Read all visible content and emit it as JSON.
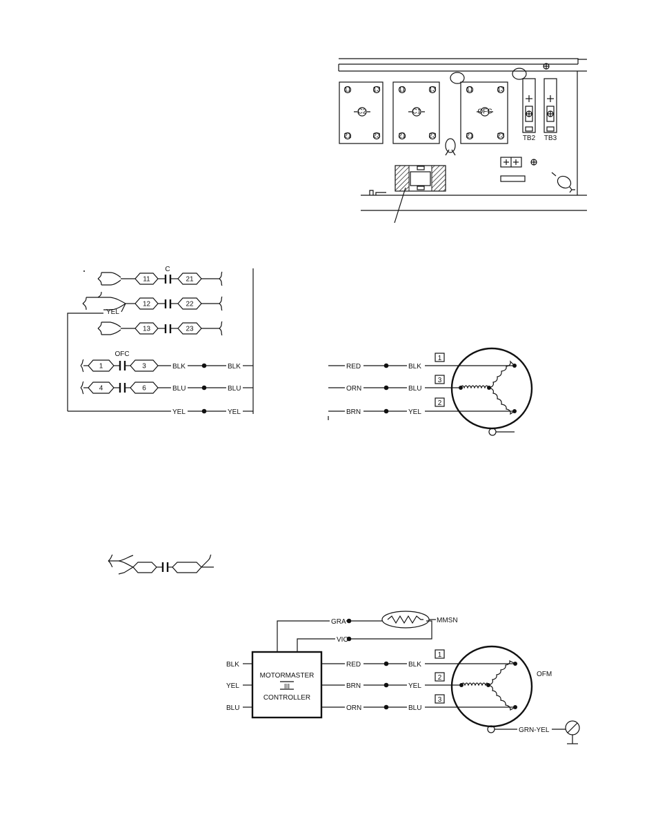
{
  "panel": {
    "contactors": [
      {
        "label": "C2",
        "terminals": [
          "11",
          "13",
          "21",
          "23"
        ]
      },
      {
        "label": "C1",
        "terminals": [
          "11",
          "13",
          "21",
          "23"
        ]
      },
      {
        "label": "OFC",
        "terminals": [
          "11",
          "13",
          "21",
          "23"
        ]
      }
    ],
    "terminal_blocks": [
      "TB2",
      "TB3"
    ]
  },
  "contactor_c": {
    "label": "C",
    "pairs": [
      [
        "11",
        "21"
      ],
      [
        "12",
        "22"
      ],
      [
        "13",
        "23"
      ]
    ]
  },
  "ofc": {
    "label": "OFC",
    "pairs": [
      [
        "1",
        "3"
      ],
      [
        "4",
        "6"
      ]
    ]
  },
  "wires": {
    "yel": "YEL",
    "blk": "BLK",
    "blu": "BLU",
    "red": "RED",
    "orn": "ORN",
    "brn": "BRN",
    "gra": "GRA",
    "vio": "VIO",
    "grn_yel": "GRN-YEL"
  },
  "boxes": [
    "1",
    "2",
    "3"
  ],
  "controller": {
    "line1": "MOTORMASTER",
    "line2": "III",
    "line3": "CONTROLLER",
    "sensor": "MMSN",
    "motor": "OFM"
  }
}
